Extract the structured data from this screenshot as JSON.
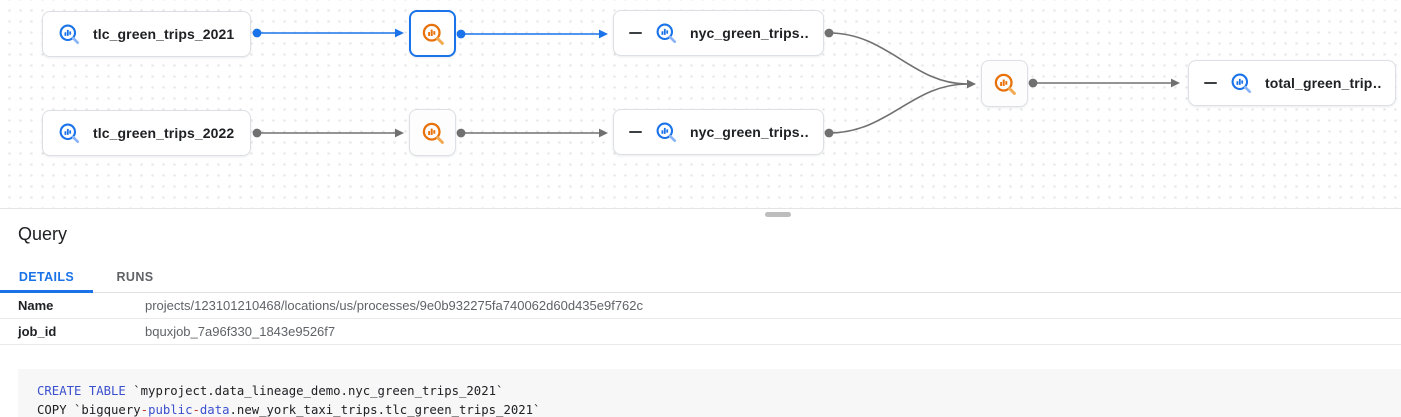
{
  "graph": {
    "nodes": {
      "tlc_2021": {
        "label": "tlc_green_trips_2021",
        "type": "table"
      },
      "tlc_2022": {
        "label": "tlc_green_trips_2022",
        "type": "table"
      },
      "nyc_2021": {
        "label": "nyc_green_trips…",
        "type": "table"
      },
      "nyc_2022": {
        "label": "nyc_green_trips…",
        "type": "table"
      },
      "total": {
        "label": "total_green_trip…",
        "type": "table"
      }
    },
    "icons": {
      "table_icon": "bigquery-table-icon",
      "process_icon": "bigquery-process-icon",
      "collapse_icon": "collapse-minus-icon"
    }
  },
  "panel": {
    "title": "Query",
    "tabs": {
      "details": {
        "label": "DETAILS",
        "active": true
      },
      "runs": {
        "label": "RUNS",
        "active": false
      }
    },
    "fields": {
      "name": {
        "label": "Name",
        "value": "projects/123101210468/locations/us/processes/9e0b932275fa740062d60d435e9f762c"
      },
      "job_id": {
        "label": "job_id",
        "value": "bquxjob_7a96f330_1843e9526f7"
      }
    },
    "sql": {
      "line1": {
        "kw": "CREATE TABLE",
        "rest": " `myproject.data_lineage_demo.nyc_green_trips_2021`"
      },
      "line2": {
        "t1": "COPY `bigquery",
        "d1": "-",
        "k1": "public",
        "d2": "-",
        "k2": "data",
        "t2": ".new_york_taxi_trips.tlc_green_trips_2021`"
      }
    }
  },
  "colors": {
    "selected_edge_blue": "#1a73e8",
    "edge_gray": "#707070",
    "table_icon_blue": "#1a73e8",
    "table_icon_handle": "#8ab4f8",
    "process_icon_orange": "#e8710a",
    "process_icon_handle": "#f3a950",
    "sql_keyword": "#3b50ce",
    "sql_operator": "#c5362c",
    "active_tab": "#1a73e8"
  }
}
